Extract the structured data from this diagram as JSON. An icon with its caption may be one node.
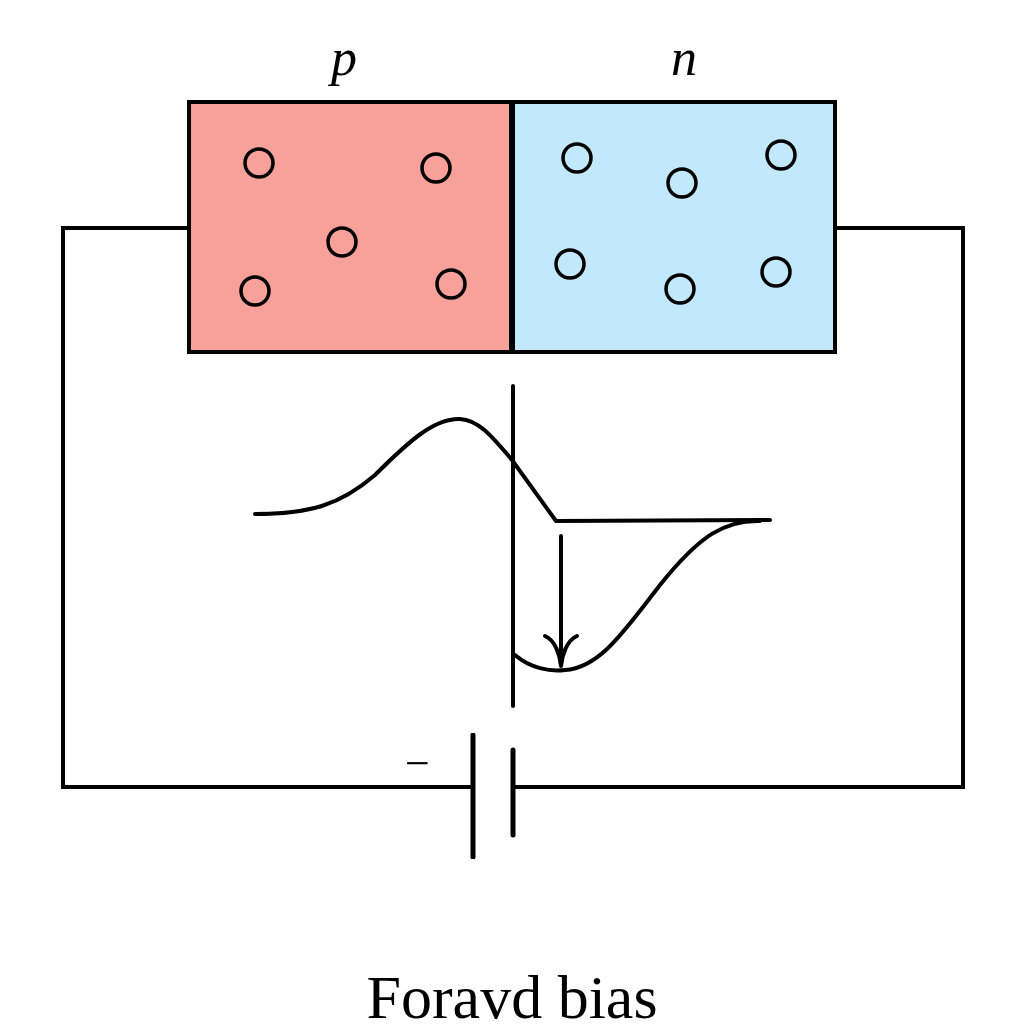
{
  "diagram": {
    "caption": "Foravd bias",
    "nodes": [
      {
        "text": [
          "p"
        ]
      },
      {
        "text": [
          "n"
        ]
      },
      {
        "text": [],
        "shape": "battery",
        "beside": [
          "−"
        ]
      }
    ],
    "edges": [
      {
        "from": 0,
        "to": 2,
        "arrow": "none"
      },
      {
        "from": 2,
        "to": 1,
        "arrow": "none"
      }
    ]
  }
}
